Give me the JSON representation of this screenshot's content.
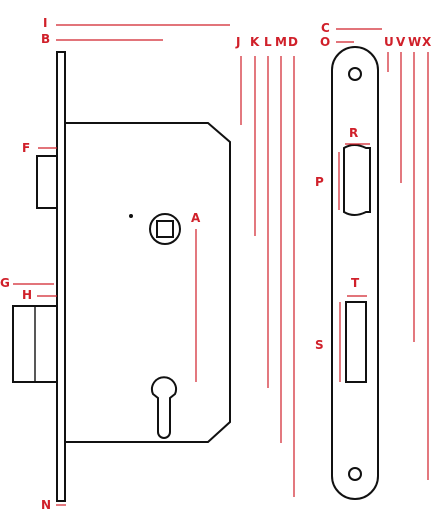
{
  "diagram": {
    "labels": {
      "I": "I",
      "B": "B",
      "C": "C",
      "O": "O",
      "J": "J",
      "K": "K",
      "L": "L",
      "M": "M",
      "D": "D",
      "U": "U",
      "V": "V",
      "W": "W",
      "X": "X",
      "F": "F",
      "A": "A",
      "R": "R",
      "P": "P",
      "T": "T",
      "G": "G",
      "H": "H",
      "S": "S",
      "N": "N"
    },
    "colors": {
      "dimension": "#d0202a",
      "outline": "#111111",
      "background": "#ffffff"
    }
  }
}
